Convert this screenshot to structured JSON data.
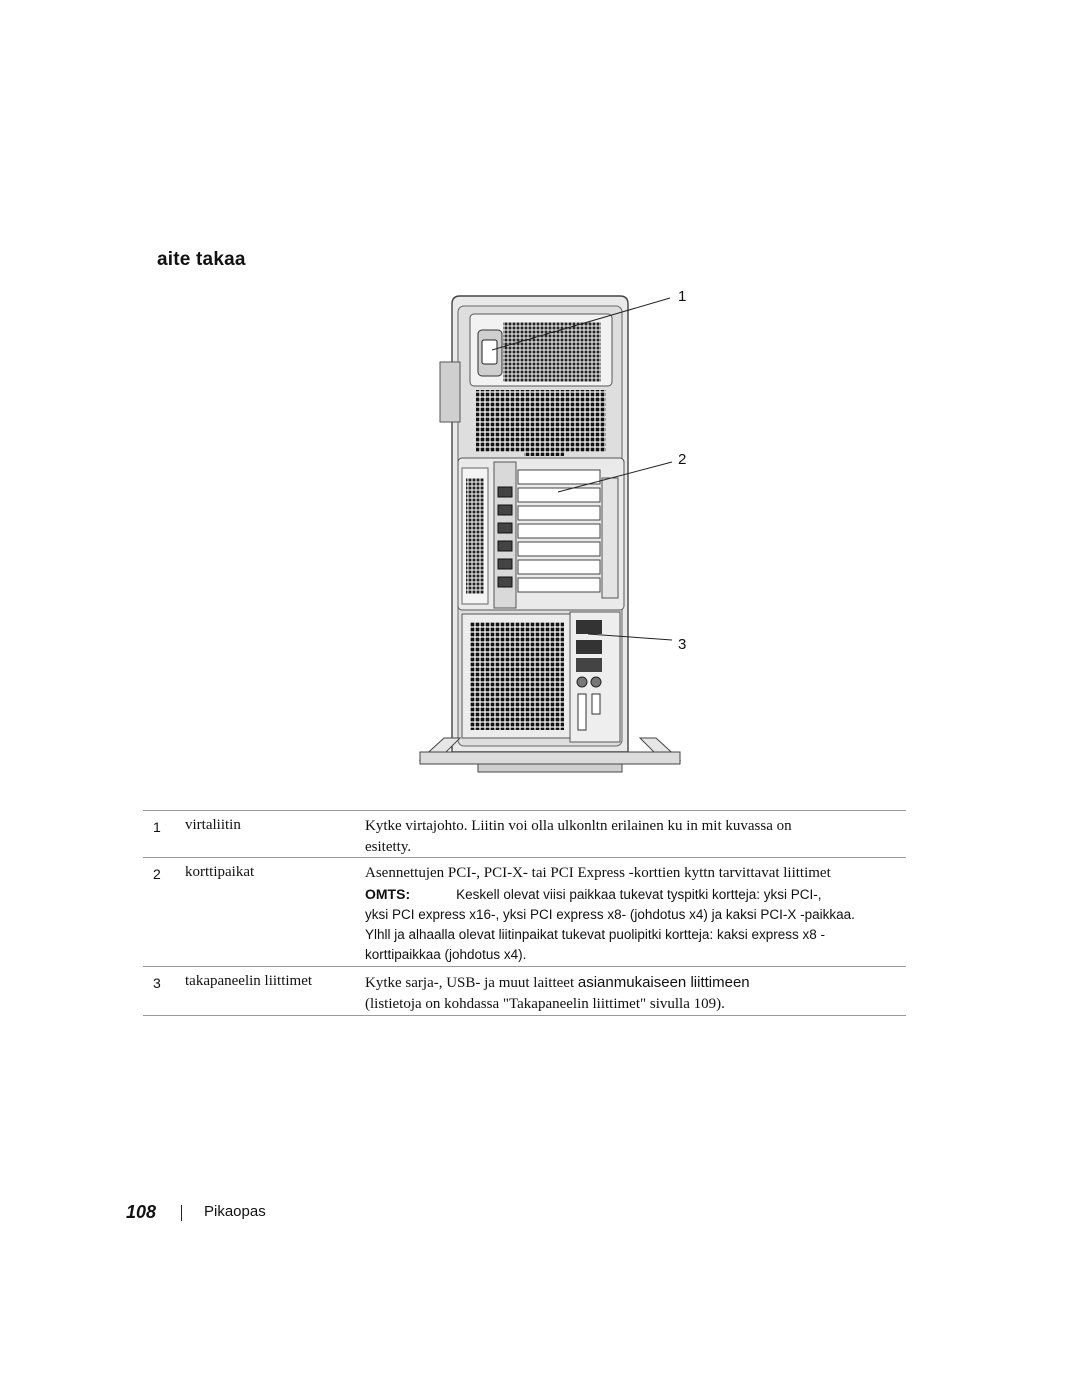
{
  "section": {
    "title": "aite takaa"
  },
  "figure": {
    "callouts": [
      "1",
      "2",
      "3"
    ]
  },
  "table": {
    "rows": [
      {
        "num": "1",
        "name": "virtaliitin",
        "desc_line1": "Kytke virtajohto. Liitin voi olla ulkonltn erilainen ku       in mit kuvassa on",
        "desc_line2": "esitetty."
      },
      {
        "num": "2",
        "name": "korttipaikat",
        "desc_line1": "Asennettujen PCI-, PCI-X- tai PCI Express -korttien kyttn tarvittavat liittimet",
        "note_label": "OMTS:",
        "note_line1": "Keskell olevat viisi paikkaa tukevat   tyspitki kortteja: yksi PCI-,",
        "note_line2": "yksi PCI express x16-, yksi PCI express x8- (johdotus x4) ja kaksi PCI-X -paikkaa.",
        "note_line3": "Ylhll ja alhaalla olevat        liitinpaikat tukevat puolipitki   kortteja: kaksi express x8 -",
        "note_line4": "korttipaikkaa (johdotus x4)."
      },
      {
        "num": "3",
        "name": "takapaneelin liittimet",
        "desc_line1a": "Kytke sarja-, USB- ja muut laitteet ",
        "desc_line1b": "asianmukaiseen liittimeen",
        "desc_line2": "(listietoja on kohdassa \"Takapaneelin liittimet\" sivulla 109)."
      }
    ]
  },
  "footer": {
    "page_number": "108",
    "section_name": "Pikaopas"
  }
}
